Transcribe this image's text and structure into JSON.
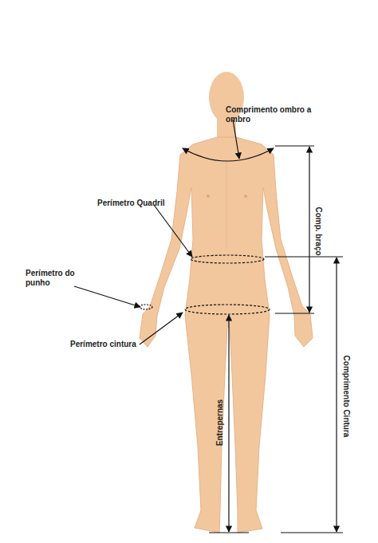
{
  "diagram": {
    "labels": [
      "Comprimento ombro a ombro",
      "Perímetro Quadril",
      "Perímetro do punho",
      "Comp. braço",
      "Entrepernas",
      "Comprimento Cintura",
      "Perímetro cintura"
    ]
  }
}
